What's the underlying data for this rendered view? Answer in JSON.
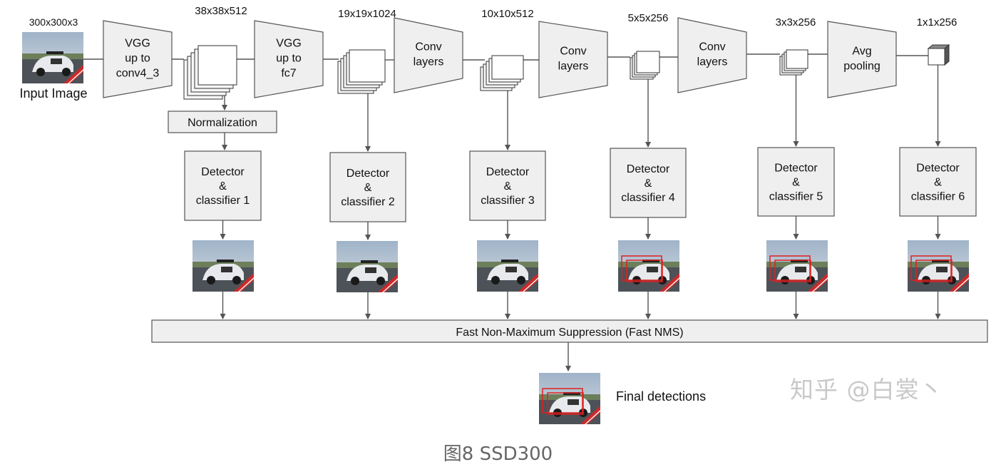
{
  "input": {
    "dims": "300x300x3",
    "label": "Input Image"
  },
  "stages": [
    {
      "label_lines": [
        "VGG",
        "up to",
        "conv4_3"
      ],
      "output_dims": "38x38x512"
    },
    {
      "label_lines": [
        "VGG",
        "up to",
        "fc7"
      ],
      "output_dims": "19x19x1024"
    },
    {
      "label_lines": [
        "Conv",
        "layers"
      ],
      "output_dims": "10x10x512"
    },
    {
      "label_lines": [
        "Conv",
        "layers"
      ],
      "output_dims": "5x5x256"
    },
    {
      "label_lines": [
        "Conv",
        "layers"
      ],
      "output_dims": "3x3x256"
    },
    {
      "label_lines": [
        "Avg",
        "pooling"
      ],
      "output_dims": "1x1x256"
    }
  ],
  "normalization": {
    "label": "Normalization"
  },
  "detectors": [
    {
      "lines": [
        "Detector",
        "&",
        "classifier 1"
      ],
      "has_boxes": false
    },
    {
      "lines": [
        "Detector",
        "&",
        "classifier 2"
      ],
      "has_boxes": false
    },
    {
      "lines": [
        "Detector",
        "&",
        "classifier 3"
      ],
      "has_boxes": false
    },
    {
      "lines": [
        "Detector",
        "&",
        "classifier 4"
      ],
      "has_boxes": true
    },
    {
      "lines": [
        "Detector",
        "&",
        "classifier 5"
      ],
      "has_boxes": true
    },
    {
      "lines": [
        "Detector",
        "&",
        "classifier 6"
      ],
      "has_boxes": true
    }
  ],
  "nms": {
    "label": "Fast Non-Maximum Suppression (Fast NMS)"
  },
  "final": {
    "label": "Final detections"
  },
  "watermark": "知乎 @白裳丶",
  "caption": "图8 SSD300",
  "colors": {
    "box_fill": "#efefef",
    "box_stroke": "#555555",
    "line": "#555555",
    "detection_box": "#e02020"
  }
}
